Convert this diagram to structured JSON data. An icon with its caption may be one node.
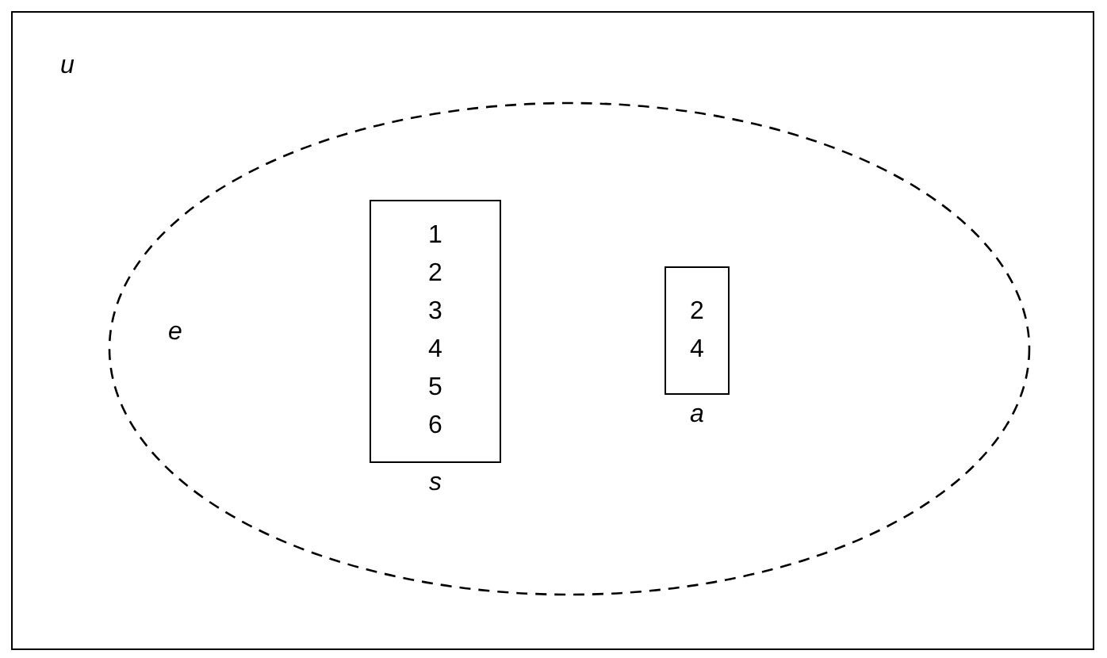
{
  "diagram": {
    "nodes": [
      {
        "text": [
          "u"
        ]
      },
      {
        "text": [
          "e"
        ],
        "in": 0
      },
      {
        "text": [
          "1 2 3 4 5 6"
        ],
        "in": 1,
        "beside": [
          "s"
        ]
      },
      {
        "text": [
          "2 4"
        ],
        "in": 1,
        "beside": [
          "a"
        ]
      }
    ]
  }
}
